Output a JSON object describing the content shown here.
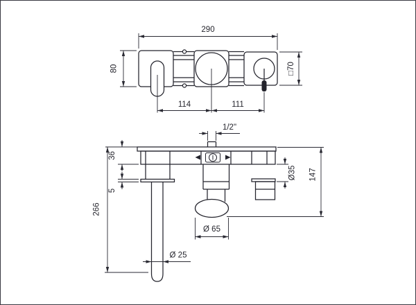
{
  "colors": {
    "line": "#23232c",
    "dimension": "#2a2a33",
    "background": "#ffffff"
  },
  "front_view": {
    "total_width": "290",
    "left_height": "80",
    "right_square": "□70",
    "spout_spacing": "114",
    "handle_spacing": "111"
  },
  "side_view": {
    "thread_size": "1/2\"",
    "plate_depth": "36",
    "flange_thickness": "5",
    "spout_reach": "266",
    "spout_diameter": "Ø 25",
    "knob_diameter": "Ø 65",
    "handle_diameter": "Ø35",
    "total_depth": "147"
  }
}
